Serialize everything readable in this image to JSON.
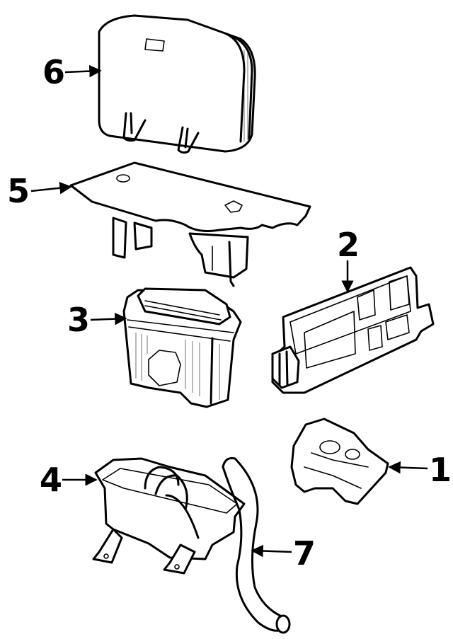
{
  "diagram": {
    "callouts": [
      {
        "id": "1",
        "label": "1"
      },
      {
        "id": "2",
        "label": "2"
      },
      {
        "id": "3",
        "label": "3"
      },
      {
        "id": "4",
        "label": "4"
      },
      {
        "id": "5",
        "label": "5"
      },
      {
        "id": "6",
        "label": "6"
      },
      {
        "id": "7",
        "label": "7"
      }
    ],
    "colors": {
      "ink": "#000000",
      "paper": "#ffffff"
    }
  }
}
